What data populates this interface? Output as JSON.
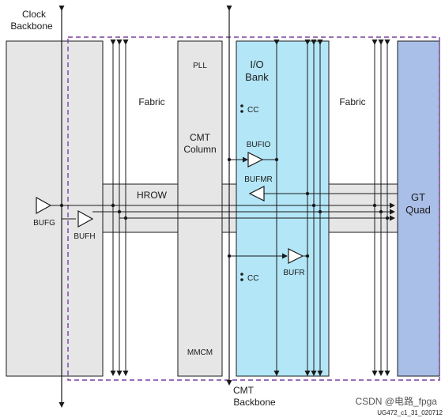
{
  "labels": {
    "clock_backbone": [
      "Clock",
      "Backbone"
    ],
    "cmt_backbone": [
      "CMT",
      "Backbone"
    ],
    "fabric_left": "Fabric",
    "fabric_right": "Fabric",
    "hrow": "HROW",
    "pll": "PLL",
    "cmt_column": [
      "CMT",
      "Column"
    ],
    "mmcm": "MMCM",
    "io_bank": [
      "I/O",
      "Bank"
    ],
    "cc_top": "CC",
    "cc_bottom": "CC",
    "bufio": "BUFIO",
    "bufmr": "BUFMR",
    "bufr": "BUFR",
    "bufg": "BUFG",
    "bufh": "BUFH",
    "gt_quad": [
      "GT",
      "Quad"
    ],
    "watermark": "CSDN @电路_fpga",
    "figure_id": "UG472_c1_31_020712"
  },
  "colors": {
    "gray_block": "#e6e6e6",
    "io_bank": "#b3e6f7",
    "gt_quad": "#aabfe8",
    "dashed_border": "#7a3fa0",
    "line": "#1a1a1a"
  }
}
